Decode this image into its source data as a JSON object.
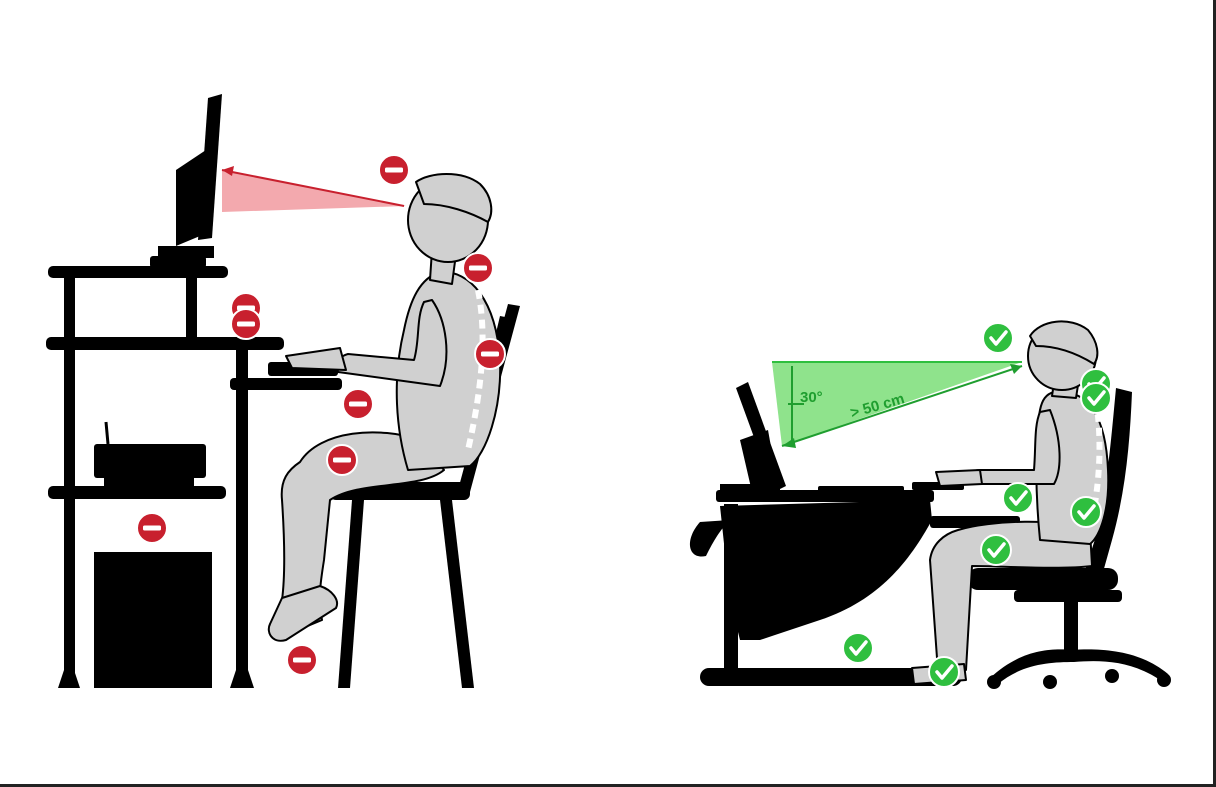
{
  "colors": {
    "bad_badge": "#c8202e",
    "good_badge": "#2fbf3f",
    "bad_sightline": "#f3a9ae",
    "good_sightline": "#8fe38c",
    "figure_fill": "#d0d0d0",
    "outline": "#000000"
  },
  "bad_posture": {
    "badge_icon": "minus-circle-icon",
    "badge_count": 9
  },
  "good_posture": {
    "badge_icon": "check-circle-icon",
    "badge_count": 8,
    "angle_label": "30°",
    "distance_label": "> 50 cm"
  }
}
